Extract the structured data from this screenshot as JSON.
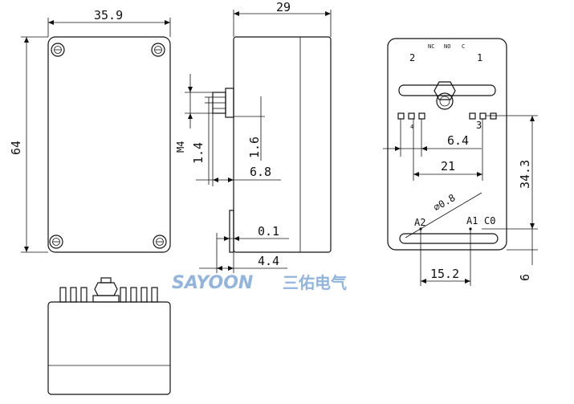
{
  "drawing": {
    "front_view": {
      "width_label": "35.9",
      "height_label": "64"
    },
    "side_view": {
      "depth_label": "29",
      "thread_label": "M4",
      "dim_1_4": "1.4",
      "dim_1_6": "1.6",
      "dim_6_8": "6.8",
      "dim_0_1": "0.1",
      "dim_4_4": "4.4"
    },
    "rear_view": {
      "contact_nc": "NC",
      "contact_no": "NO",
      "contact_c": "C",
      "terminal_2": "2",
      "terminal_1": "1",
      "terminal_4": "4",
      "terminal_3": "3",
      "dim_6_4": "6.4",
      "dim_21": "21",
      "dim_34_3": "34.3",
      "dim_0_8": "⌀0.8",
      "label_a2": "A2",
      "label_a1": "A1",
      "label_c0": "C0",
      "dim_15_2": "15.2",
      "dim_6": "6"
    },
    "watermark": {
      "brand": "SAYOON",
      "chinese": "三佑电气",
      "color": "#7fa8d8"
    }
  }
}
